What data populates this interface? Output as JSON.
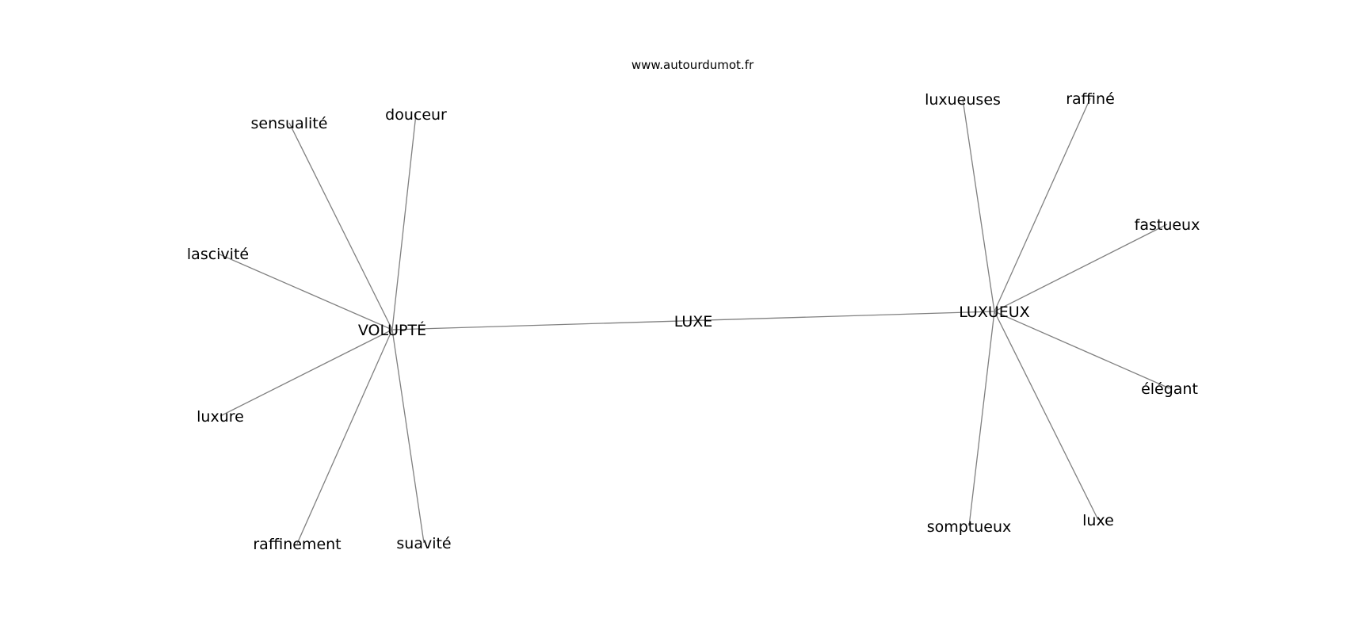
{
  "watermark": "www.autourdumot.fr",
  "graph": {
    "nodes": [
      {
        "id": "luxe_center",
        "label": "LUXE"
      },
      {
        "id": "volupte",
        "label": "VOLUPTÉ"
      },
      {
        "id": "luxueux",
        "label": "LUXUEUX"
      },
      {
        "id": "sensualite",
        "label": "sensualité"
      },
      {
        "id": "douceur",
        "label": "douceur"
      },
      {
        "id": "lascivite",
        "label": "lascivité"
      },
      {
        "id": "luxure",
        "label": "luxure"
      },
      {
        "id": "raffinement",
        "label": "raffinement"
      },
      {
        "id": "suavite",
        "label": "suavité"
      },
      {
        "id": "luxueuses",
        "label": "luxueuses"
      },
      {
        "id": "raffine",
        "label": "raffiné"
      },
      {
        "id": "fastueux",
        "label": "fastueux"
      },
      {
        "id": "elegant",
        "label": "élégant"
      },
      {
        "id": "luxe",
        "label": "luxe"
      },
      {
        "id": "somptueux",
        "label": "somptueux"
      }
    ],
    "edges": [
      {
        "from": "volupte",
        "to": "luxueux"
      },
      {
        "from": "volupte",
        "to": "sensualite"
      },
      {
        "from": "volupte",
        "to": "douceur"
      },
      {
        "from": "volupte",
        "to": "lascivite"
      },
      {
        "from": "volupte",
        "to": "luxure"
      },
      {
        "from": "volupte",
        "to": "raffinement"
      },
      {
        "from": "volupte",
        "to": "suavite"
      },
      {
        "from": "luxueux",
        "to": "luxueuses"
      },
      {
        "from": "luxueux",
        "to": "raffine"
      },
      {
        "from": "luxueux",
        "to": "fastueux"
      },
      {
        "from": "luxueux",
        "to": "elegant"
      },
      {
        "from": "luxueux",
        "to": "luxe"
      },
      {
        "from": "luxueux",
        "to": "somptueux"
      }
    ]
  }
}
